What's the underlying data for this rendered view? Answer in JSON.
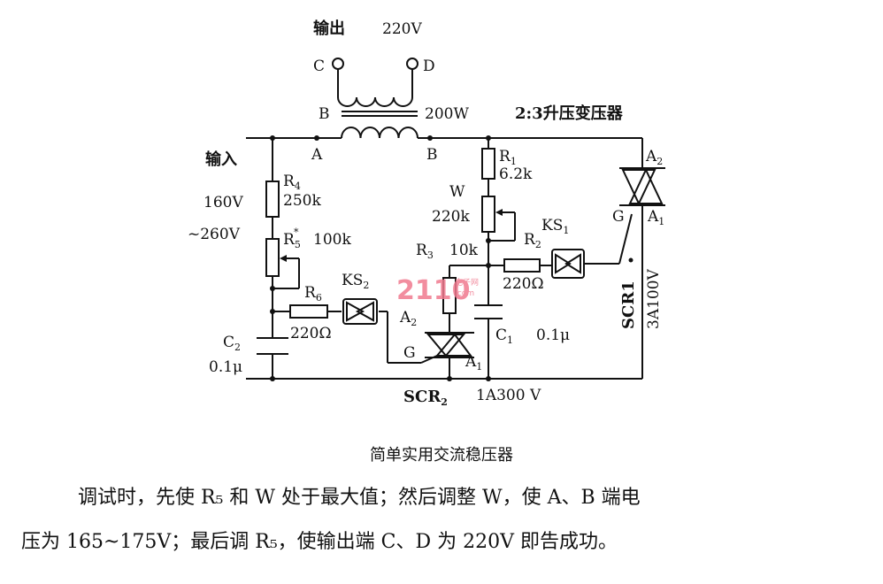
{
  "diagram": {
    "output_label": "输出",
    "output_voltage": "220V",
    "terminal_c": "C",
    "terminal_d": "D",
    "terminal_a": "A",
    "terminal_b": "B",
    "core_b": "B",
    "transformer_power": "200W",
    "transformer_desc": "2:3升压变压器",
    "input_label": "输入",
    "input_range_1": "160V",
    "input_range_2": "~260V",
    "r4_label": "R",
    "r4_sub": "4",
    "r4_value": "250k",
    "r5_label": "R",
    "r5_sub": "5",
    "r5_star": "*",
    "r5_value": "100k",
    "r6_label": "R",
    "r6_sub": "6",
    "r6_value": "220Ω",
    "c2_label": "C",
    "c2_sub": "2",
    "c2_value": "0.1μ",
    "ks2_label": "KS",
    "ks2_sub": "2",
    "scr2_a2": "A",
    "scr2_a2_sub": "2",
    "scr2_g": "G",
    "scr2_a1": "A",
    "scr2_a1_sub": "1",
    "scr2_label": "SCR",
    "scr2_sub": "2",
    "scr2_rating": "1A300 V",
    "r1_label": "R",
    "r1_sub": "1",
    "r1_value": "6.2k",
    "w_label": "W",
    "w_value": "220k",
    "r3_label": "R",
    "r3_sub": "3",
    "r3_value": "10k",
    "r2_label": "R",
    "r2_sub": "2",
    "r2_value": "220Ω",
    "ks1_label": "KS",
    "ks1_sub": "1",
    "c1_label": "C",
    "c1_sub": "1",
    "c1_value": "0.1μ",
    "scr1_a2": "A",
    "scr1_a2_sub": "2",
    "scr1_g": "G",
    "scr1_a1": "A",
    "scr1_a1_sub": "1",
    "scr1_label": "SCR1",
    "scr1_rating": "3A100V",
    "watermark": "2110",
    "watermark_small_1": "电子网",
    "watermark_small_2": ".com"
  },
  "caption": "简单实用交流稳压器",
  "description": {
    "line1": "调试时，先使 R₅ 和 W 处于最大值；然后调整 W，使 A、B 端电",
    "line2": "压为 165~175V；最后调 R₅，使输出端 C、D 为 220V 即告成功。"
  }
}
